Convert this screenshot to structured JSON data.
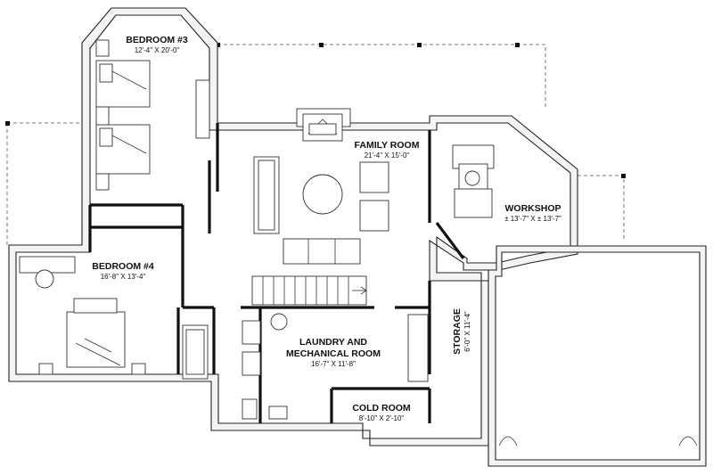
{
  "rooms": {
    "bedroom3": {
      "name": "BEDROOM #3",
      "dims": "12'-4\" X 20'-0\""
    },
    "family_room": {
      "name": "FAMILY ROOM",
      "dims": "21'-4\" X 15'-0\""
    },
    "workshop": {
      "name": "WORKSHOP",
      "dims": "± 13'-7\" X ± 13'-7\""
    },
    "bedroom4": {
      "name": "BEDROOM #4",
      "dims": "16'-8\" X 13'-4\""
    },
    "laundry": {
      "name_line1": "LAUNDRY AND",
      "name_line2": "MECHANICAL ROOM",
      "dims": "16'-7\" X 11'-8\""
    },
    "storage": {
      "name": "STORAGE",
      "dims": "6'-0\" X 11'-4\""
    },
    "cold_room": {
      "name": "COLD ROOM",
      "dims": "8'-10\" X 2'-10\""
    }
  },
  "colors": {
    "wall_fill": "#f4f4f4",
    "wall_stroke": "#222222",
    "background": "#ffffff"
  }
}
